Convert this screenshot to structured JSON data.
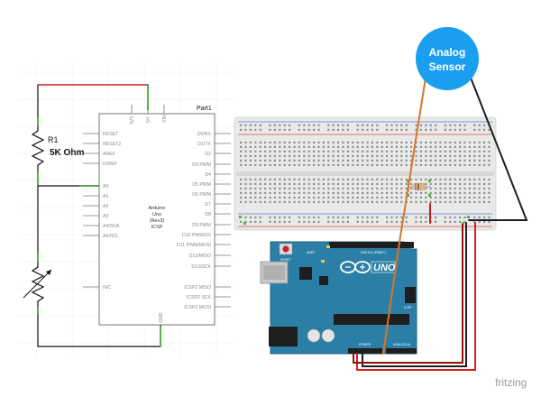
{
  "schematic": {
    "part_label": "Part1",
    "resistor": {
      "name": "R1",
      "value": "5K Ohm"
    },
    "chip_lines": [
      "Arduino",
      "Uno",
      "(Rev3)",
      "ICSP"
    ],
    "top_pins": [
      "3V3",
      "5V",
      "VIN"
    ],
    "bottom_pin": "GND",
    "left_pins": [
      "RESET",
      "RESET2",
      "AREF",
      "IOREF",
      "A0",
      "A1",
      "A2",
      "A3",
      "A4/SDA",
      "A5/SCL",
      "N/C"
    ],
    "right_pins": [
      "D0/RX",
      "D1/TX",
      "D2",
      "D3 PWM",
      "D4",
      "D5 PWM",
      "D6 PWM",
      "D7",
      "D8",
      "D9 PWM",
      "D10 PWM/SS",
      "D11 PWM/MOSI",
      "D12/MISO",
      "D13/SCK",
      "ICSP2 MISO",
      "ICSP2 SCK",
      "ICSP2 MOSI"
    ]
  },
  "sensor_badge": {
    "line1": "Analog",
    "line2": "Sensor"
  },
  "board": {
    "reset_label": "RESET",
    "brand_mark": "UNO",
    "digital_header_label": "DIGITAL (PWM~)",
    "analog_header_label": "ANALOG IN",
    "power_header_label": "POWER",
    "icsp_label": "ICSP",
    "aref_label": "AREF"
  },
  "footer": {
    "brand": "fritzing"
  },
  "colors": {
    "board": "#2b7fa6",
    "badge": "#1a9ff0",
    "wire_red": "#d21f1f",
    "wire_dark_red": "#9b0d0d",
    "wire_black": "#1e1e1e",
    "wire_orange": "#d9752b",
    "wire_green": "#4dbb3c"
  }
}
